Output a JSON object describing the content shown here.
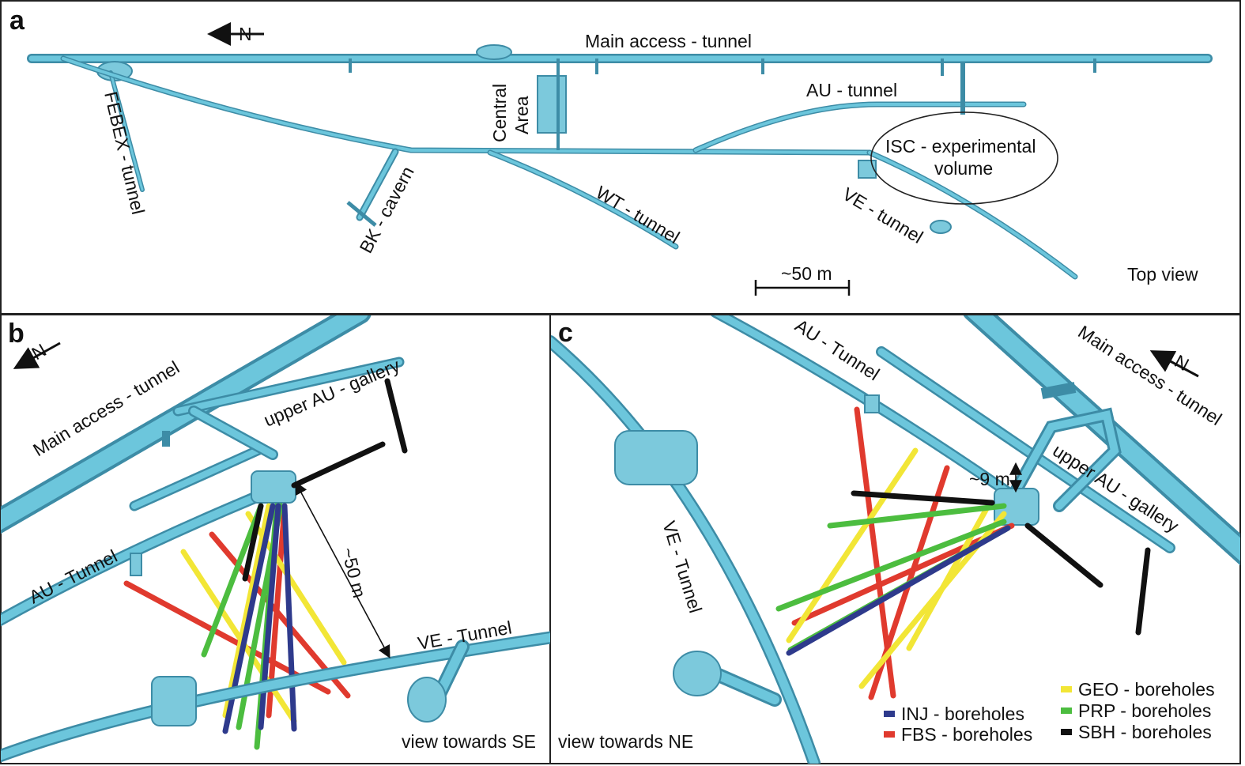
{
  "panels": {
    "a": {
      "letter": "a",
      "labels": {
        "main_access": "Main access - tunnel",
        "central_area_1": "Central",
        "central_area_2": "Area",
        "au_tunnel": "AU - tunnel",
        "isc_1": "ISC - experimental",
        "isc_2": "volume",
        "febex": "FEBEX - tunnel",
        "bk": "BK - cavern",
        "wt": "WT - tunnel",
        "ve": "VE - tunnel",
        "scale": "~50 m",
        "view": "Top view"
      },
      "north_label": "N"
    },
    "b": {
      "letter": "b",
      "labels": {
        "main_access": "Main access - tunnel",
        "upper_au": "upper AU - gallery",
        "au_tunnel": "AU - Tunnel",
        "ve_tunnel": "VE - Tunnel",
        "distance": "~50 m",
        "view": "view towards SE"
      },
      "north_label": "N"
    },
    "c": {
      "letter": "c",
      "labels": {
        "au_tunnel": "AU - Tunnel",
        "main_access": "Main access - tunnel",
        "upper_au": "upper AU - gallery",
        "ve_tunnel": "VE - Tunnel",
        "distance": "~9 m",
        "view": "view towards NE"
      },
      "north_label": "N"
    }
  },
  "legend": [
    {
      "label": "INJ - boreholes",
      "color": "#2e3a8c"
    },
    {
      "label": "FBS - boreholes",
      "color": "#e03a2e"
    },
    {
      "label": "GEO - boreholes",
      "color": "#f2e636"
    },
    {
      "label": "PRP - boreholes",
      "color": "#4cbd3f"
    },
    {
      "label": "SBH - boreholes",
      "color": "#111111"
    }
  ],
  "colors": {
    "tunnel": "#6cc6dc",
    "tunnel_outline": "#3d8ca6",
    "inj": "#2e3a8c",
    "fbs": "#e03a2e",
    "geo": "#f2e636",
    "prp": "#4cbd3f",
    "sbh": "#111111"
  }
}
